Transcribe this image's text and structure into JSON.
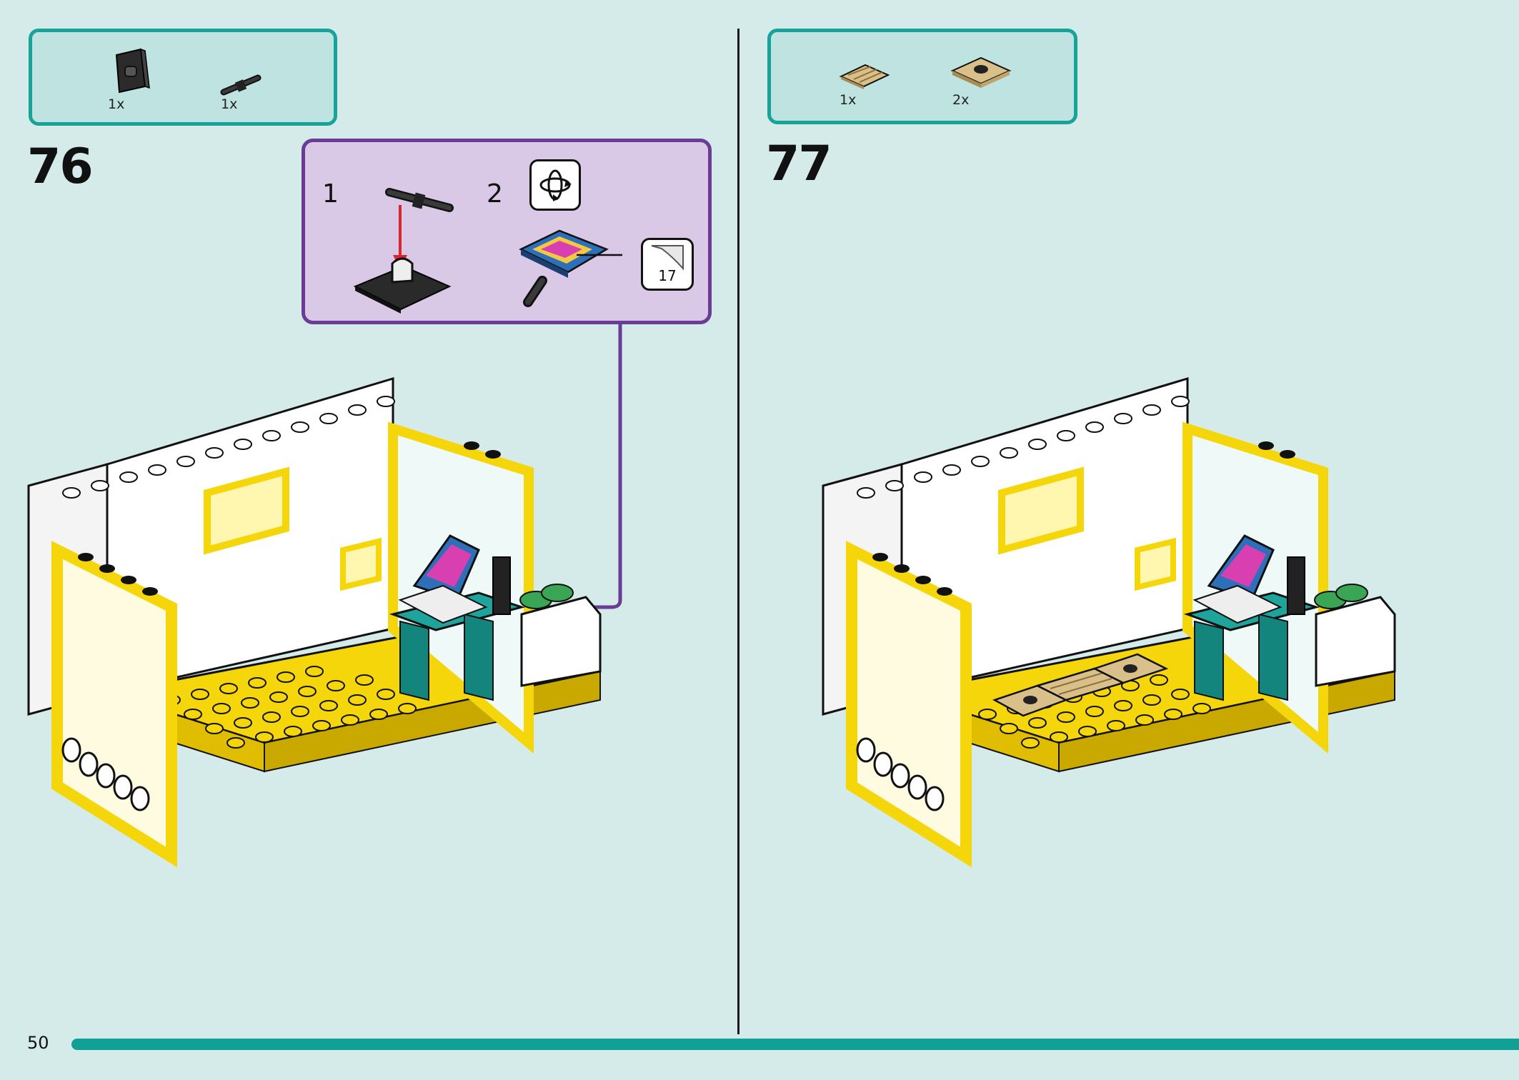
{
  "page": {
    "number": "50"
  },
  "step76": {
    "number": "76",
    "parts": [
      {
        "qty": "1x",
        "icon": "bracket-plate-icon"
      },
      {
        "qty": "1x",
        "icon": "bar-connector-icon"
      }
    ],
    "substeps": [
      {
        "number": "1"
      },
      {
        "number": "2"
      }
    ],
    "sticker": "17",
    "icons": [
      "rotate-icon",
      "sticker-icon"
    ]
  },
  "step77": {
    "number": "77",
    "parts": [
      {
        "qty": "1x",
        "icon": "tan-grille-tile-icon"
      },
      {
        "qty": "2x",
        "icon": "tan-jumper-plate-icon"
      }
    ]
  },
  "colors": {
    "teal": "#17a39a",
    "purple": "#6a3c95",
    "yellow": "#f5d60a",
    "background": "#d5ebe9"
  }
}
